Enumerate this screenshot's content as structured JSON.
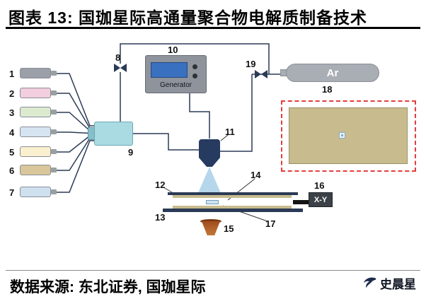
{
  "header": {
    "title": "图表 13: 国珈星际高通量聚合物电解质制备技术"
  },
  "footer": {
    "source": "数据来源: 东北证券, 国珈星际",
    "brand": "史晨星"
  },
  "diagram": {
    "generator_text": "Generator",
    "ar_text": "Ar",
    "xy_text": "X-Y",
    "colors": {
      "dashed_box": "#e43d3d",
      "plate_khaki": "#c8bb8e",
      "heater_fill": "#c8bb8e",
      "spray": "#a9cfe8"
    },
    "syringes": [
      {
        "num": "1",
        "color": "#9b9fa8"
      },
      {
        "num": "2",
        "color": "#f3cedd"
      },
      {
        "num": "3",
        "color": "#dcead0"
      },
      {
        "num": "4",
        "color": "#d6e4f2"
      },
      {
        "num": "5",
        "color": "#faf0cf"
      },
      {
        "num": "6",
        "color": "#d9c79b"
      },
      {
        "num": "7",
        "color": "#cfe0ef"
      }
    ],
    "labels": {
      "valve_top": "8",
      "mixer": "9",
      "generator": "10",
      "nozzle": "11",
      "top_plate": "12",
      "bottom_plate": "13",
      "gap": "14",
      "collector": "15",
      "stage": "16",
      "sample": "17",
      "gas": "18",
      "valve_gas": "19"
    }
  }
}
